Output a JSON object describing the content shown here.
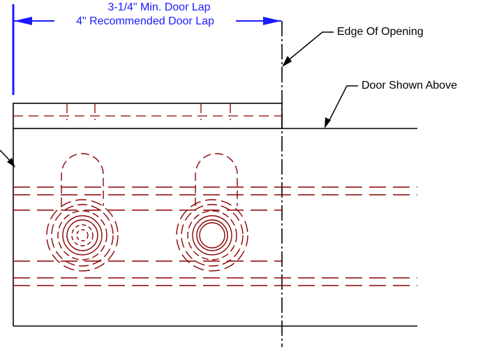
{
  "dimension": {
    "line1": "3-1/4\" Min. Door Lap",
    "line2": "4\" Recommended Door Lap",
    "color": "#1a1aff"
  },
  "callouts": {
    "edge_of_opening": "Edge Of Opening",
    "door_shown_above": "Door Shown Above"
  },
  "colors": {
    "outline": "#000000",
    "hidden": "#8b0000",
    "background": "#ffffff"
  }
}
